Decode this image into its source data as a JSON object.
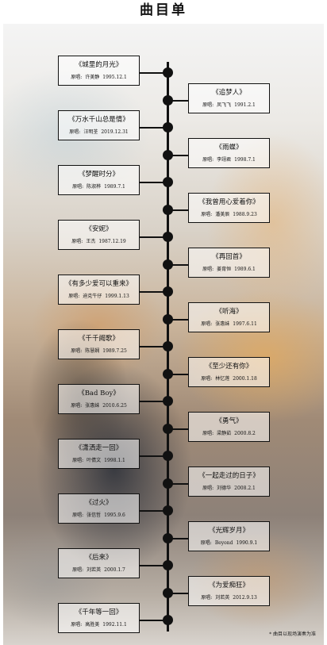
{
  "header": {
    "title": "曲目单"
  },
  "songs": [
    {
      "side": "left",
      "title": "《城里的月光》",
      "label": "原唱:",
      "singer": "许美静",
      "date": "1995.12.1"
    },
    {
      "side": "right",
      "title": "《追梦人》",
      "label": "原唱:",
      "singer": "凤飞飞",
      "date": "1991.2.1"
    },
    {
      "side": "left",
      "title": "《万水千山总是情》",
      "label": "原唱:",
      "singer": "汪明荃",
      "date": "2019.12.31"
    },
    {
      "side": "right",
      "title": "《雨蝶》",
      "label": "原唱:",
      "singer": "李翊君",
      "date": "1998.7.1"
    },
    {
      "side": "left",
      "title": "《梦醒时分》",
      "label": "原唱:",
      "singer": "陈淑桦",
      "date": "1989.7.1"
    },
    {
      "side": "right",
      "title": "《我曾用心爱着你》",
      "label": "原唱:",
      "singer": "潘美辰",
      "date": "1988.9.23"
    },
    {
      "side": "left",
      "title": "《安妮》",
      "label": "原唱:",
      "singer": "王杰",
      "date": "1987.12.19"
    },
    {
      "side": "right",
      "title": "《再回首》",
      "label": "原唱:",
      "singer": "姜育恒",
      "date": "1989.6.1"
    },
    {
      "side": "left",
      "title": "《有多少爱可以重来》",
      "label": "原唱:",
      "singer": "迪克牛仔",
      "date": "1999.1.13"
    },
    {
      "side": "right",
      "title": "《听海》",
      "label": "原唱:",
      "singer": "张惠妹",
      "date": "1997.6.11"
    },
    {
      "side": "left",
      "title": "《千千阙歌》",
      "label": "原唱:",
      "singer": "陈慧娴",
      "date": "1989.7.25"
    },
    {
      "side": "right",
      "title": "《至少还有你》",
      "label": "原唱:",
      "singer": "林忆莲",
      "date": "2000.1.18"
    },
    {
      "side": "left",
      "title": "《Bad Boy》",
      "label": "原唱:",
      "singer": "张惠妹",
      "date": "2010.6.25"
    },
    {
      "side": "right",
      "title": "《勇气》",
      "label": "原唱:",
      "singer": "梁静茹",
      "date": "2000.8.2"
    },
    {
      "side": "left",
      "title": "《潇洒走一回》",
      "label": "原唱:",
      "singer": "叶倩文",
      "date": "1998.1.1"
    },
    {
      "side": "right",
      "title": "《一起走过的日子》",
      "label": "原唱:",
      "singer": "刘德华",
      "date": "2008.2.1"
    },
    {
      "side": "left",
      "title": "《过火》",
      "label": "原唱:",
      "singer": "张信哲",
      "date": "1995.9.6"
    },
    {
      "side": "right",
      "title": "《光辉岁月》",
      "label": "原唱:",
      "singer": "Beyond",
      "date": "1990.9.1"
    },
    {
      "side": "left",
      "title": "《后来》",
      "label": "原唱:",
      "singer": "刘若英",
      "date": "2000.1.7"
    },
    {
      "side": "right",
      "title": "《为爱痴狂》",
      "label": "原唱:",
      "singer": "刘若英",
      "date": "2012.9.13"
    },
    {
      "side": "left",
      "title": "《千年等一回》",
      "label": "原唱:",
      "singer": "高胜美",
      "date": "1992.11.1"
    }
  ],
  "footer": {
    "note": "* 曲目以现场演奏为准"
  }
}
